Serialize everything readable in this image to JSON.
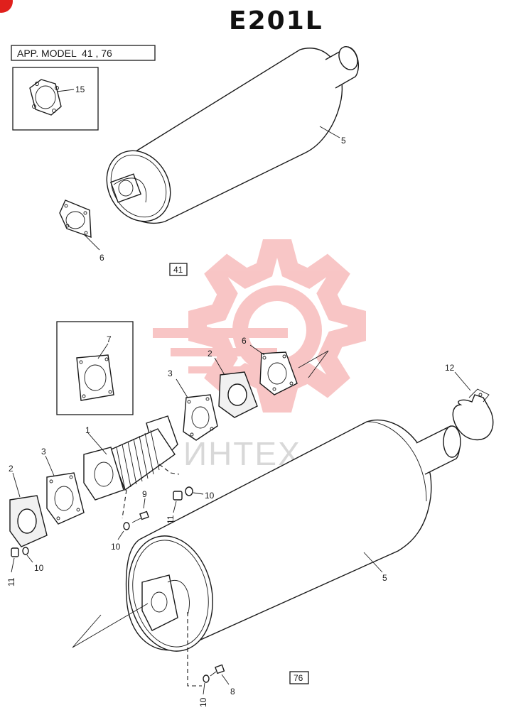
{
  "title": "E201L",
  "app_model_label": "APP. MODEL  41 , 76",
  "watermark_text": "ИНТЕХ",
  "model_boxes": {
    "upper": "41",
    "lower": "76"
  },
  "callouts": {
    "gasket_15": "15",
    "muffler_upper": "5",
    "gasket_upper": "6",
    "gasket_7": "7",
    "gasket_6": "6",
    "gasket_2_upper": "2",
    "gasket_3_upper": "3",
    "bellows": "1",
    "gasket_3_lower": "3",
    "gasket_2_lower": "2",
    "bolt_9": "9",
    "washer_10_a": "10",
    "nut_11_a": "11",
    "washer_10_b": "10",
    "nut_11_b": "11",
    "washer_10_c": "10",
    "clamp": "12",
    "muffler_lower": "5",
    "bolt_8": "8",
    "washer_10_d": "10"
  },
  "colors": {
    "line": "#1a1a1a",
    "watermark": "#f08080",
    "corner_mark": "#e0201c"
  }
}
